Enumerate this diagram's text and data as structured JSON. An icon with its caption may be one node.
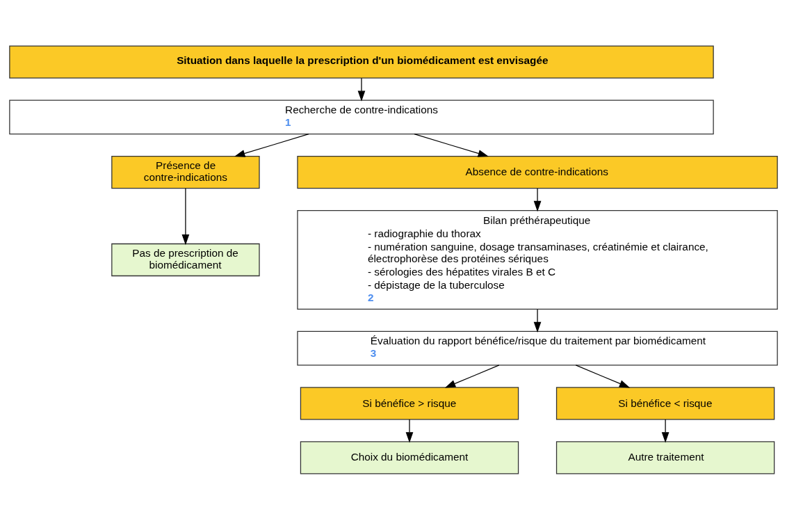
{
  "diagram": {
    "nodes": [
      {
        "text": [
          "Situation dans laquelle la prescription d'un biomédicament est envisagée"
        ]
      },
      {
        "text": [
          "Recherche de contre-indications",
          "1"
        ]
      },
      {
        "text": [
          "Présence de contre-indications"
        ]
      },
      {
        "text": [
          "Absence de contre-indications"
        ]
      },
      {
        "text": [
          "Pas de prescription de biomédicament"
        ]
      },
      {
        "text": [
          "Bilan préthérapeutique",
          "- radiographie du thorax",
          "- numération sanguine, dosage transaminases, créatinémie et clairance, électrophorèse des protéines sériques",
          "- sérologies des hépatites virales B et C",
          "- dépistage de la tuberculose",
          "2"
        ]
      },
      {
        "text": [
          "Évaluation du rapport bénéfice/risque du traitement par biomédicament",
          "3"
        ]
      },
      {
        "text": [
          "Si bénéfice > risque"
        ]
      },
      {
        "text": [
          "Si bénéfice < risque"
        ]
      },
      {
        "text": [
          "Choix du biomédicament"
        ]
      },
      {
        "text": [
          "Autre traitement"
        ]
      }
    ],
    "edges": [
      {
        "from": 0,
        "to": 1,
        "arrow": "to"
      },
      {
        "from": 1,
        "to": 2,
        "arrow": "to"
      },
      {
        "from": 1,
        "to": 3,
        "arrow": "to"
      },
      {
        "from": 2,
        "to": 4,
        "arrow": "to"
      },
      {
        "from": 3,
        "to": 5,
        "arrow": "to"
      },
      {
        "from": 5,
        "to": 6,
        "arrow": "to"
      },
      {
        "from": 6,
        "to": 7,
        "arrow": "to"
      },
      {
        "from": 6,
        "to": 8,
        "arrow": "to"
      },
      {
        "from": 7,
        "to": 9,
        "arrow": "to"
      },
      {
        "from": 8,
        "to": 10,
        "arrow": "to"
      }
    ]
  }
}
